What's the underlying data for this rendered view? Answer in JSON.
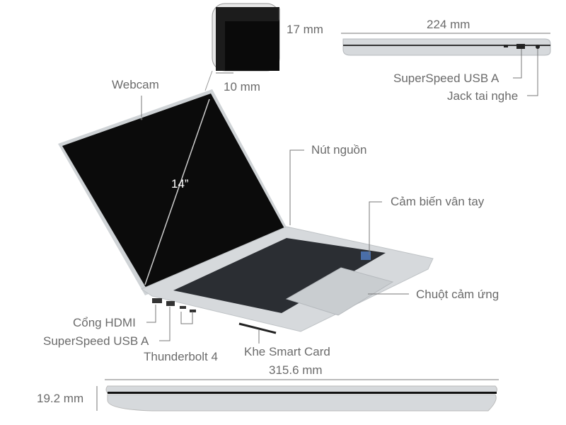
{
  "labels": {
    "bezel_top": "17 mm",
    "bezel_side": "10 mm",
    "depth": "224 mm",
    "webcam": "Webcam",
    "usb_a_right": "SuperSpeed USB A",
    "headphone_jack": "Jack tai nghe",
    "power_button": "Nút nguồn",
    "screen_size": "14”",
    "fingerprint": "Cảm biến vân tay",
    "touchpad": "Chuột cảm ứng",
    "hdmi": "Cổng HDMI",
    "usb_a_left": "SuperSpeed USB A",
    "thunderbolt": "Thunderbolt 4",
    "smart_card": "Khe Smart Card",
    "width": "315.6 mm",
    "thickness": "19.2 mm"
  },
  "colors": {
    "label": "#6b6b6b",
    "leader": "#777777",
    "chassis": "#d6d9dc",
    "screen": "#0a0a0a",
    "keys": "#2b2e33"
  }
}
